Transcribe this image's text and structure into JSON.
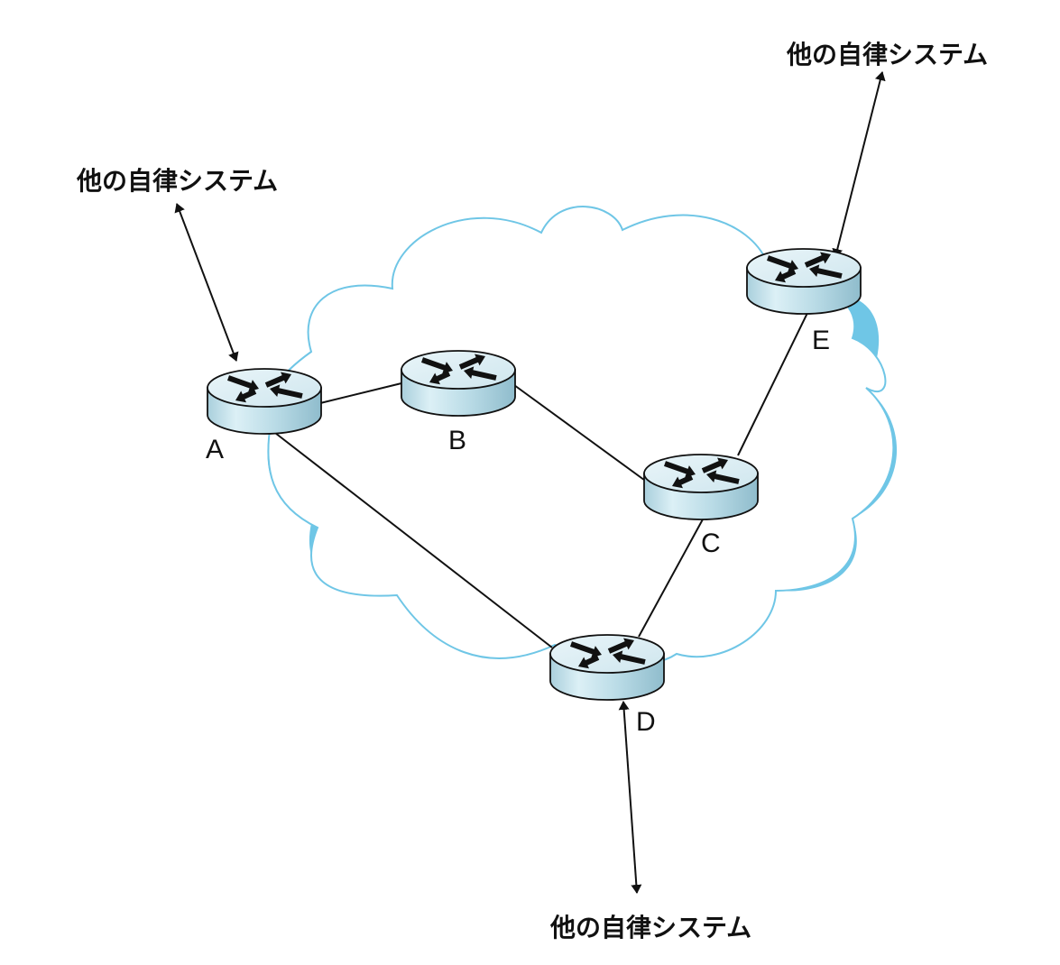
{
  "title": "Routers within an autonomous system connected to other autonomous systems",
  "colors": {
    "cloud_outline": "#6fc6e6",
    "cloud_shadow": "#6fc6e6",
    "router_top": "#e2f1f6",
    "router_side_light": "#d8ecf3",
    "router_side_dark": "#9cc6d6",
    "link": "#111111"
  },
  "routers": [
    {
      "id": "A",
      "label": "A"
    },
    {
      "id": "B",
      "label": "B"
    },
    {
      "id": "C",
      "label": "C"
    },
    {
      "id": "D",
      "label": "D"
    },
    {
      "id": "E",
      "label": "E"
    }
  ],
  "links": [
    {
      "from": "A",
      "to": "B"
    },
    {
      "from": "B",
      "to": "C"
    },
    {
      "from": "C",
      "to": "E"
    },
    {
      "from": "C",
      "to": "D"
    },
    {
      "from": "A",
      "to": "D"
    }
  ],
  "external_links": [
    {
      "router": "A",
      "label": "他の自律システム",
      "direction": "bidirectional"
    },
    {
      "router": "E",
      "label": "他の自律システム",
      "direction": "bidirectional"
    },
    {
      "router": "D",
      "label": "他の自律システム",
      "direction": "bidirectional"
    }
  ]
}
